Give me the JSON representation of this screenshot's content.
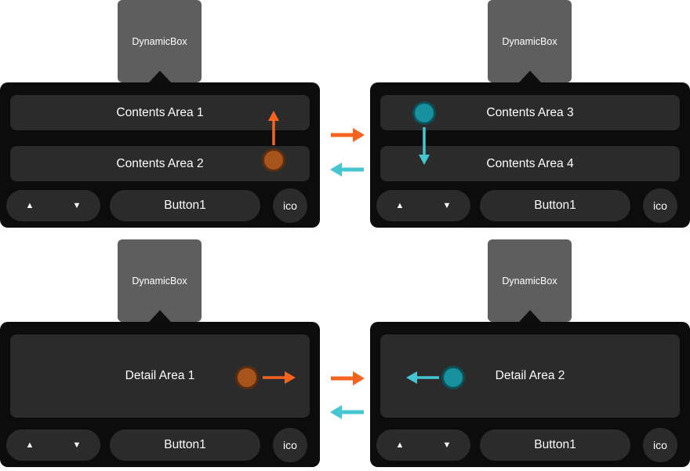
{
  "colors": {
    "panel_background": "#0c0c0c",
    "area_background": "#2b2b2b",
    "tab_background": "#5e5e5e",
    "orange_accent": "#f4641f",
    "orange_touch_point": "#a7531c",
    "teal_accent": "#45c6d1",
    "teal_touch_point": "#16919d",
    "text": "#ffffff"
  },
  "icons": {
    "up": "▲",
    "down": "▼"
  },
  "panels": [
    {
      "tab_label": "DynamicBox",
      "areas": [
        "Contents Area 1",
        "Contents Area 2"
      ],
      "button_label": "Button1",
      "ico_label": "ico"
    },
    {
      "tab_label": "DynamicBox",
      "areas": [
        "Contents Area 3",
        "Contents Area 4"
      ],
      "button_label": "Button1",
      "ico_label": "ico"
    },
    {
      "tab_label": "DynamicBox",
      "areas": [
        "Detail Area 1"
      ],
      "button_label": "Button1",
      "ico_label": "ico"
    },
    {
      "tab_label": "DynamicBox",
      "areas": [
        "Detail Area 2"
      ],
      "button_label": "Button1",
      "ico_label": "ico"
    }
  ]
}
